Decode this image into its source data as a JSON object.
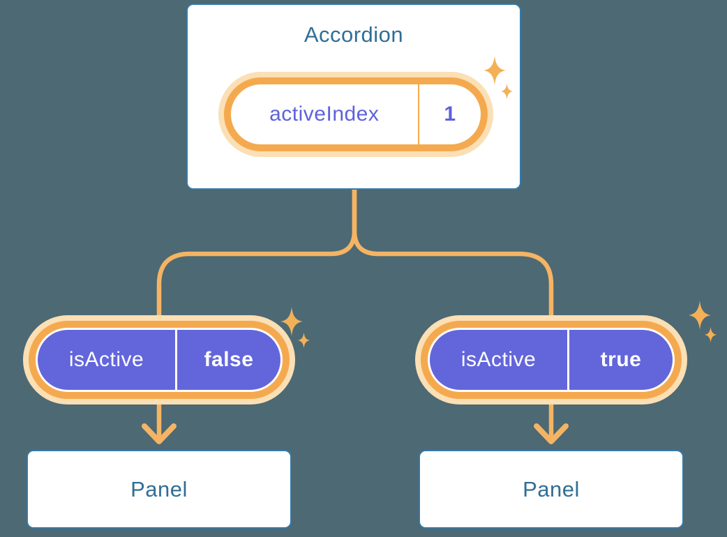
{
  "colors": {
    "bg": "#4D6973",
    "card-border": "#3679A9",
    "blue-text": "#306E96",
    "purple": "#6366DA",
    "purple-text": "#5E62D9",
    "ring-orange": "#F5A94F",
    "line-orange": "#F5B464",
    "glow": "#FBDFB5",
    "sparkle": "#F4B057"
  },
  "diagram": {
    "root": {
      "title": "Accordion",
      "state": {
        "key": "activeIndex",
        "value": "1"
      }
    },
    "children": [
      {
        "prop": {
          "key": "isActive",
          "value": "false"
        },
        "target": "Panel"
      },
      {
        "prop": {
          "key": "isActive",
          "value": "true"
        },
        "target": "Panel"
      }
    ]
  }
}
